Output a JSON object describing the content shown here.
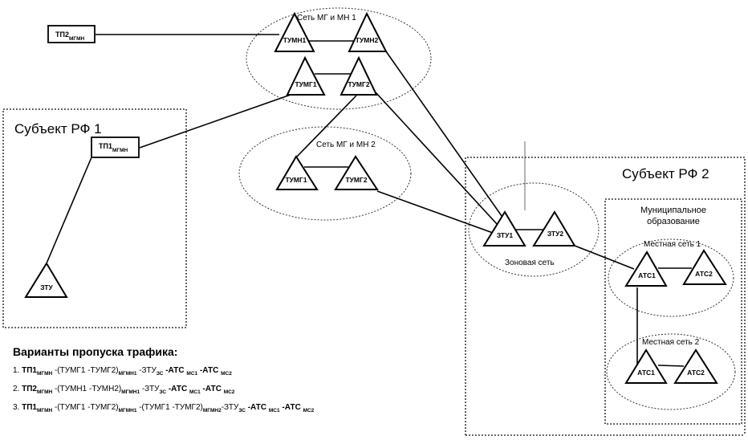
{
  "regions": {
    "subject1": "Субъект РФ 1",
    "subject2": "Субъект РФ 2",
    "municipal_line1": "Муниципальное",
    "municipal_line2": "образование"
  },
  "networks": {
    "mgmn1": "Сеть МГ и МН 1",
    "mgmn2": "Сеть МГ и МН 2",
    "zonal": "Зоновая сеть",
    "local1": "Местная сеть 1",
    "local2": "Местная сеть 2"
  },
  "terminals": {
    "tp2": {
      "main": "ТП2",
      "sub": "МГМН"
    },
    "tp1": {
      "main": "ТП1",
      "sub": "МГМН"
    }
  },
  "nodes": {
    "n1_tumn1": "ТУМН1",
    "n1_tumn2": "ТУМН2",
    "n1_tumg1": "ТУМГ1",
    "n1_tumg2": "ТУМГ2",
    "n2_tumg1": "ТУМГ1",
    "n2_tumg2": "ТУМГ2",
    "ztu_s1": "ЗТУ",
    "ztu1": "ЗТУ1",
    "ztu2": "ЗТУ2",
    "l1_atc1": "АТС1",
    "l1_atc2": "АТС2",
    "l2_atc1": "АТС1",
    "l2_atc2": "АТС2"
  },
  "routes": {
    "title": "Варианты пропуска трафика:",
    "items": [
      {
        "num": "1.",
        "parts": [
          {
            "t": "ТП1",
            "b": true
          },
          {
            "s": "МГМН"
          },
          {
            "t": " -(ТУМГ1 -ТУМГ2)"
          },
          {
            "s": "МГМН1"
          },
          {
            "t": " -ЗТУ"
          },
          {
            "s": "ЗС"
          },
          {
            "t": " -АТС ",
            "b": true
          },
          {
            "s": "МС1"
          },
          {
            "t": " -АТС ",
            "b": true
          },
          {
            "s": "МС2"
          }
        ]
      },
      {
        "num": "2.",
        "parts": [
          {
            "t": "ТП2",
            "b": true
          },
          {
            "s": "МГМН"
          },
          {
            "t": " -(ТУМН1 -ТУМН2)"
          },
          {
            "s": "МГМН1"
          },
          {
            "t": " -ЗТУ"
          },
          {
            "s": "ЗС"
          },
          {
            "t": " -АТС ",
            "b": true
          },
          {
            "s": "МС1"
          },
          {
            "t": " -АТС ",
            "b": true
          },
          {
            "s": "МС2"
          }
        ]
      },
      {
        "num": "3.",
        "parts": [
          {
            "t": "ТП1",
            "b": true
          },
          {
            "s": "МГМН"
          },
          {
            "t": " -(ТУМГ1 -ТУМГ2)"
          },
          {
            "s": "МГМН1"
          },
          {
            "t": " -(ТУМГ1 -ТУМГ2)"
          },
          {
            "s": "МГМН2"
          },
          {
            "t": "-ЗТУ"
          },
          {
            "s": "ЗС"
          },
          {
            "t": " -АТС ",
            "b": true
          },
          {
            "s": "МС1"
          },
          {
            "t": " -АТС ",
            "b": true
          },
          {
            "s": "МС2"
          }
        ]
      }
    ]
  }
}
